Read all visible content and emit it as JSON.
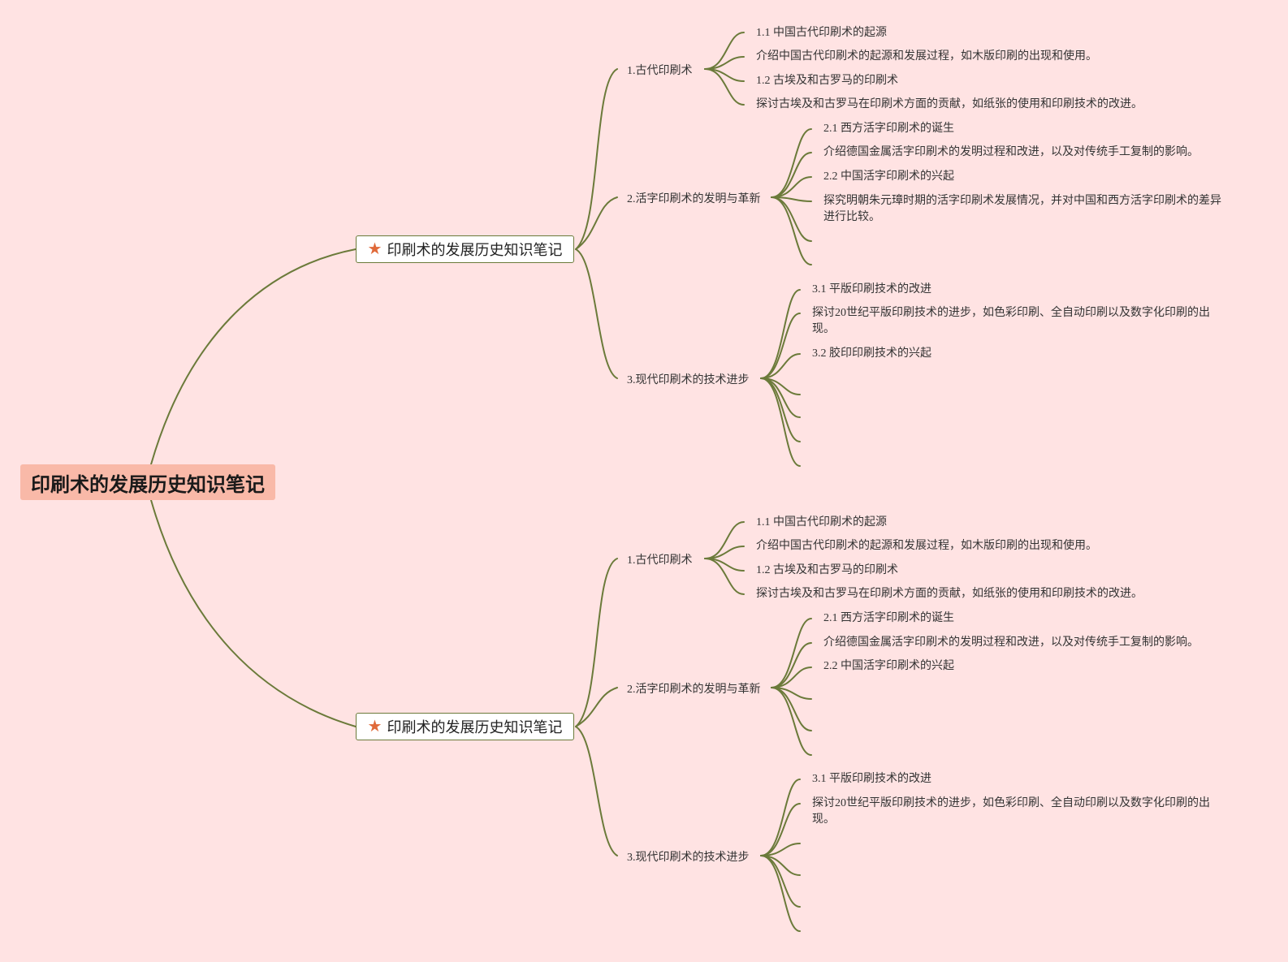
{
  "root": {
    "label": "印刷术的发展历史知识笔记"
  },
  "colors": {
    "background": "#ffe3e3",
    "root_fill": "#f9b9a8",
    "line": "#6b7a3a",
    "star": "#e06a3a"
  },
  "branches": [
    {
      "label": "印刷术的发展历史知识笔记",
      "icon": "star-icon",
      "topics": [
        {
          "label": "1.古代印刷术",
          "items": [
            "1.1 中国古代印刷术的起源",
            "介绍中国古代印刷术的起源和发展过程，如木版印刷的出现和使用。",
            "1.2 古埃及和古罗马的印刷术",
            "探讨古埃及和古罗马在印刷术方面的贡献，如纸张的使用和印刷技术的改进。"
          ]
        },
        {
          "label": "2.活字印刷术的发明与革新",
          "items": [
            "2.1 西方活字印刷术的诞生",
            "介绍德国金属活字印刷术的发明过程和改进，以及对传统手工复制的影响。",
            "2.2 中国活字印刷术的兴起",
            "探究明朝朱元璋时期的活字印刷术发展情况，并对中国和西方活字印刷术的差异进行比较。"
          ]
        },
        {
          "label": "3.现代印刷术的技术进步",
          "items": [
            "3.1 平版印刷技术的改进",
            "探讨20世纪平版印刷技术的进步，如色彩印刷、全自动印刷以及数字化印刷的出现。",
            "3.2 胶印印刷技术的兴起"
          ]
        }
      ]
    },
    {
      "label": "印刷术的发展历史知识笔记",
      "icon": "star-icon",
      "topics": [
        {
          "label": "1.古代印刷术",
          "items": [
            "1.1 中国古代印刷术的起源",
            "介绍中国古代印刷术的起源和发展过程，如木版印刷的出现和使用。",
            "1.2 古埃及和古罗马的印刷术",
            "探讨古埃及和古罗马在印刷术方面的贡献，如纸张的使用和印刷技术的改进。"
          ]
        },
        {
          "label": "2.活字印刷术的发明与革新",
          "items": [
            "2.1 西方活字印刷术的诞生",
            "介绍德国金属活字印刷术的发明过程和改进，以及对传统手工复制的影响。",
            "2.2 中国活字印刷术的兴起"
          ]
        },
        {
          "label": "3.现代印刷术的技术进步",
          "items": [
            "3.1 平版印刷技术的改进",
            "探讨20世纪平版印刷技术的进步，如色彩印刷、全自动印刷以及数字化印刷的出现。"
          ]
        }
      ]
    }
  ]
}
